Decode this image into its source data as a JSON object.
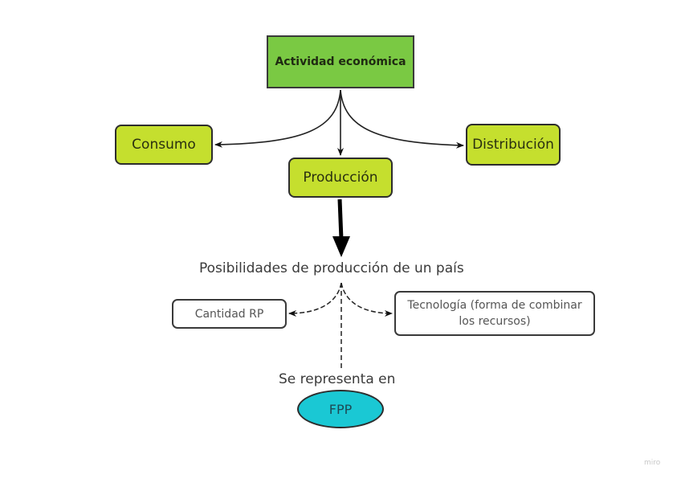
{
  "diagram": {
    "root": {
      "label": "Actividad económica",
      "color": "#7ac943"
    },
    "branches": [
      {
        "label": "Consumo",
        "color": "#c5df2e"
      },
      {
        "label": "Producción",
        "color": "#c5df2e"
      },
      {
        "label": "Distribución",
        "color": "#c5df2e"
      }
    ],
    "production_possibilities": {
      "label": "Posibilidades de producción de un país"
    },
    "factors": [
      {
        "label": "Cantidad RP"
      },
      {
        "label": "Tecnología (forma de combinar los recursos)"
      }
    ],
    "represented_in": {
      "label": "Se representa en"
    },
    "fpp": {
      "label": "FPP",
      "color": "#1ac8d4"
    }
  },
  "watermark": "miro"
}
